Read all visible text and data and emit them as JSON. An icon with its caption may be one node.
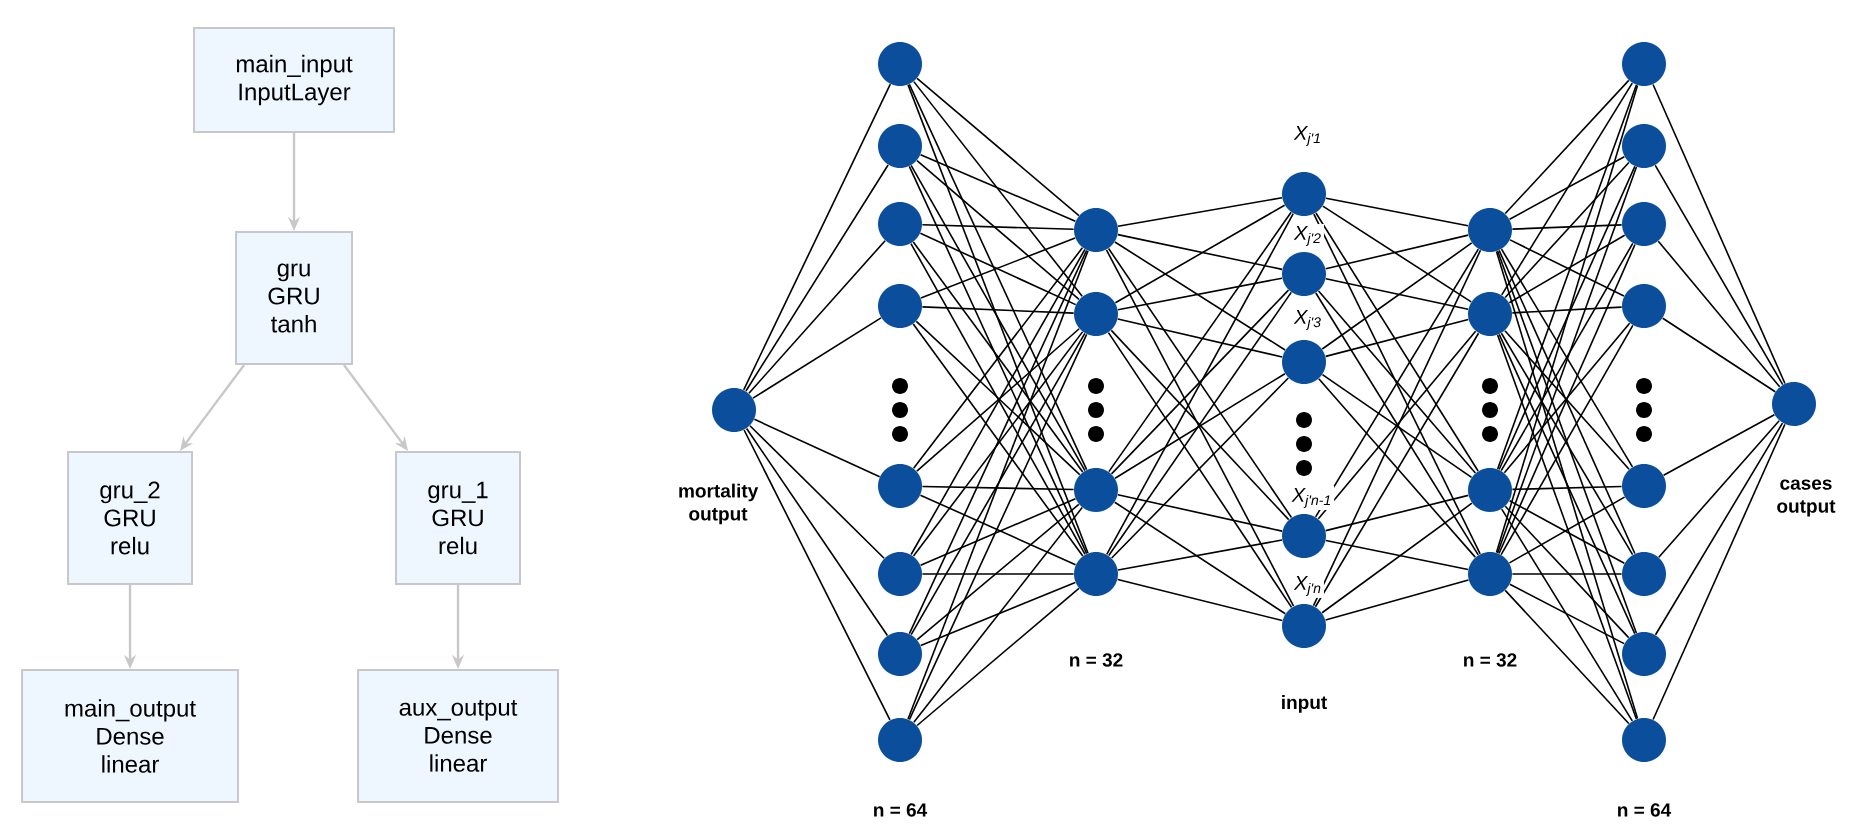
{
  "diagram": {
    "nodes": [
      {
        "text": [
          "main_input",
          "InputLayer"
        ]
      },
      {
        "text": [
          "gru",
          "GRU",
          "tanh"
        ]
      },
      {
        "text": [
          "gru_2",
          "GRU",
          "relu"
        ]
      },
      {
        "text": [
          "gru_1",
          "GRU",
          "relu"
        ]
      },
      {
        "text": [
          "main_output",
          "Dense",
          "linear"
        ]
      },
      {
        "text": [
          "aux_output",
          "Dense",
          "linear"
        ]
      },
      {
        "text": [],
        "shape": "circle",
        "beside": [
          "mortality output"
        ]
      },
      {
        "text": [],
        "shape": "circle"
      },
      {
        "text": [],
        "shape": "circle"
      },
      {
        "text": [],
        "shape": "circle"
      },
      {
        "text": [],
        "shape": "circle"
      },
      {
        "text": [],
        "shape": "circle"
      },
      {
        "text": [],
        "shape": "circle"
      },
      {
        "text": [],
        "shape": "circle"
      },
      {
        "text": [],
        "shape": "circle"
      },
      {
        "text": [],
        "shape": "circle"
      },
      {
        "text": [],
        "shape": "circle"
      },
      {
        "text": [],
        "shape": "circle"
      },
      {
        "text": [],
        "shape": "circle"
      },
      {
        "text": [],
        "shape": "circle"
      },
      {
        "text": [],
        "shape": "circle"
      },
      {
        "text": [],
        "shape": "circle"
      },
      {
        "text": [],
        "shape": "circle"
      },
      {
        "text": [],
        "shape": "circle"
      },
      {
        "text": [],
        "shape": "circle"
      },
      {
        "text": [],
        "shape": "circle"
      },
      {
        "text": [],
        "shape": "circle"
      },
      {
        "text": [],
        "shape": "circle"
      },
      {
        "text": [],
        "shape": "circle"
      },
      {
        "text": [],
        "shape": "circle"
      },
      {
        "text": [],
        "shape": "circle"
      },
      {
        "text": [],
        "shape": "circle"
      },
      {
        "text": [],
        "shape": "circle"
      },
      {
        "text": [],
        "shape": "circle"
      },
      {
        "text": [],
        "shape": "circle"
      },
      {
        "text": [],
        "shape": "circle"
      },
      {
        "text": [],
        "shape": "circle",
        "beside": [
          "cases output"
        ]
      }
    ],
    "edges": [
      {
        "from": 0,
        "to": 1,
        "arrow": "to",
        "color": "#c8c8c8"
      },
      {
        "from": 1,
        "to": 2,
        "arrow": "to",
        "color": "#c8c8c8"
      },
      {
        "from": 1,
        "to": 3,
        "arrow": "to",
        "color": "#c8c8c8"
      },
      {
        "from": 2,
        "to": 4,
        "arrow": "to",
        "color": "#c8c8c8"
      },
      {
        "from": 3,
        "to": 5,
        "arrow": "to",
        "color": "#c8c8c8"
      },
      {
        "from": 6,
        "to": 7,
        "arrow": "none"
      },
      {
        "from": 6,
        "to": 8,
        "arrow": "none"
      },
      {
        "from": 6,
        "to": 9,
        "arrow": "none"
      },
      {
        "from": 6,
        "to": 10,
        "arrow": "none"
      },
      {
        "from": 6,
        "to": 11,
        "arrow": "none"
      },
      {
        "from": 6,
        "to": 12,
        "arrow": "none"
      },
      {
        "from": 6,
        "to": 13,
        "arrow": "none"
      },
      {
        "from": 6,
        "to": 14,
        "arrow": "none"
      },
      {
        "from": 7,
        "to": 15,
        "arrow": "none"
      },
      {
        "from": 7,
        "to": 16,
        "arrow": "none"
      },
      {
        "from": 7,
        "to": 17,
        "arrow": "none"
      },
      {
        "from": 7,
        "to": 18,
        "arrow": "none"
      },
      {
        "from": 8,
        "to": 15,
        "arrow": "none"
      },
      {
        "from": 8,
        "to": 16,
        "arrow": "none"
      },
      {
        "from": 8,
        "to": 17,
        "arrow": "none"
      },
      {
        "from": 8,
        "to": 18,
        "arrow": "none"
      },
      {
        "from": 9,
        "to": 15,
        "arrow": "none"
      },
      {
        "from": 9,
        "to": 16,
        "arrow": "none"
      },
      {
        "from": 9,
        "to": 17,
        "arrow": "none"
      },
      {
        "from": 9,
        "to": 18,
        "arrow": "none"
      },
      {
        "from": 10,
        "to": 15,
        "arrow": "none"
      },
      {
        "from": 10,
        "to": 16,
        "arrow": "none"
      },
      {
        "from": 10,
        "to": 17,
        "arrow": "none"
      },
      {
        "from": 10,
        "to": 18,
        "arrow": "none"
      },
      {
        "from": 11,
        "to": 15,
        "arrow": "none"
      },
      {
        "from": 11,
        "to": 16,
        "arrow": "none"
      },
      {
        "from": 11,
        "to": 17,
        "arrow": "none"
      },
      {
        "from": 11,
        "to": 18,
        "arrow": "none"
      },
      {
        "from": 12,
        "to": 15,
        "arrow": "none"
      },
      {
        "from": 12,
        "to": 16,
        "arrow": "none"
      },
      {
        "from": 12,
        "to": 17,
        "arrow": "none"
      },
      {
        "from": 12,
        "to": 18,
        "arrow": "none"
      },
      {
        "from": 13,
        "to": 15,
        "arrow": "none"
      },
      {
        "from": 13,
        "to": 16,
        "arrow": "none"
      },
      {
        "from": 13,
        "to": 17,
        "arrow": "none"
      },
      {
        "from": 13,
        "to": 18,
        "arrow": "none"
      },
      {
        "from": 14,
        "to": 15,
        "arrow": "none"
      },
      {
        "from": 14,
        "to": 16,
        "arrow": "none"
      },
      {
        "from": 14,
        "to": 17,
        "arrow": "none"
      },
      {
        "from": 14,
        "to": 18,
        "arrow": "none"
      },
      {
        "from": 15,
        "to": 19,
        "arrow": "none"
      },
      {
        "from": 15,
        "to": 20,
        "arrow": "none"
      },
      {
        "from": 15,
        "to": 21,
        "arrow": "none"
      },
      {
        "from": 15,
        "to": 22,
        "arrow": "none"
      },
      {
        "from": 15,
        "to": 23,
        "arrow": "none"
      },
      {
        "from": 16,
        "to": 19,
        "arrow": "none"
      },
      {
        "from": 16,
        "to": 20,
        "arrow": "none"
      },
      {
        "from": 16,
        "to": 21,
        "arrow": "none"
      },
      {
        "from": 16,
        "to": 22,
        "arrow": "none"
      },
      {
        "from": 16,
        "to": 23,
        "arrow": "none"
      },
      {
        "from": 17,
        "to": 19,
        "arrow": "none"
      },
      {
        "from": 17,
        "to": 20,
        "arrow": "none"
      },
      {
        "from": 17,
        "to": 21,
        "arrow": "none"
      },
      {
        "from": 17,
        "to": 22,
        "arrow": "none"
      },
      {
        "from": 17,
        "to": 23,
        "arrow": "none"
      },
      {
        "from": 18,
        "to": 19,
        "arrow": "none"
      },
      {
        "from": 18,
        "to": 20,
        "arrow": "none"
      },
      {
        "from": 18,
        "to": 21,
        "arrow": "none"
      },
      {
        "from": 18,
        "to": 22,
        "arrow": "none"
      },
      {
        "from": 18,
        "to": 23,
        "arrow": "none"
      },
      {
        "from": 19,
        "to": 24,
        "arrow": "none"
      },
      {
        "from": 19,
        "to": 25,
        "arrow": "none"
      },
      {
        "from": 19,
        "to": 26,
        "arrow": "none"
      },
      {
        "from": 19,
        "to": 27,
        "arrow": "none"
      },
      {
        "from": 20,
        "to": 24,
        "arrow": "none"
      },
      {
        "from": 20,
        "to": 25,
        "arrow": "none"
      },
      {
        "from": 20,
        "to": 26,
        "arrow": "none"
      },
      {
        "from": 20,
        "to": 27,
        "arrow": "none"
      },
      {
        "from": 21,
        "to": 24,
        "arrow": "none"
      },
      {
        "from": 21,
        "to": 25,
        "arrow": "none"
      },
      {
        "from": 21,
        "to": 26,
        "arrow": "none"
      },
      {
        "from": 21,
        "to": 27,
        "arrow": "none"
      },
      {
        "from": 22,
        "to": 24,
        "arrow": "none"
      },
      {
        "from": 22,
        "to": 25,
        "arrow": "none"
      },
      {
        "from": 22,
        "to": 26,
        "arrow": "none"
      },
      {
        "from": 22,
        "to": 27,
        "arrow": "none"
      },
      {
        "from": 23,
        "to": 24,
        "arrow": "none"
      },
      {
        "from": 23,
        "to": 25,
        "arrow": "none"
      },
      {
        "from": 23,
        "to": 26,
        "arrow": "none"
      },
      {
        "from": 23,
        "to": 27,
        "arrow": "none"
      },
      {
        "from": 24,
        "to": 28,
        "arrow": "none"
      },
      {
        "from": 24,
        "to": 29,
        "arrow": "none"
      },
      {
        "from": 24,
        "to": 30,
        "arrow": "none"
      },
      {
        "from": 24,
        "to": 31,
        "arrow": "none"
      },
      {
        "from": 24,
        "to": 32,
        "arrow": "none"
      },
      {
        "from": 24,
        "to": 33,
        "arrow": "none"
      },
      {
        "from": 24,
        "to": 34,
        "arrow": "none"
      },
      {
        "from": 24,
        "to": 35,
        "arrow": "none"
      },
      {
        "from": 25,
        "to": 28,
        "arrow": "none"
      },
      {
        "from": 25,
        "to": 29,
        "arrow": "none"
      },
      {
        "from": 25,
        "to": 30,
        "arrow": "none"
      },
      {
        "from": 25,
        "to": 31,
        "arrow": "none"
      },
      {
        "from": 25,
        "to": 32,
        "arrow": "none"
      },
      {
        "from": 25,
        "to": 33,
        "arrow": "none"
      },
      {
        "from": 25,
        "to": 34,
        "arrow": "none"
      },
      {
        "from": 25,
        "to": 35,
        "arrow": "none"
      },
      {
        "from": 26,
        "to": 28,
        "arrow": "none"
      },
      {
        "from": 26,
        "to": 29,
        "arrow": "none"
      },
      {
        "from": 26,
        "to": 30,
        "arrow": "none"
      },
      {
        "from": 26,
        "to": 31,
        "arrow": "none"
      },
      {
        "from": 26,
        "to": 32,
        "arrow": "none"
      },
      {
        "from": 26,
        "to": 33,
        "arrow": "none"
      },
      {
        "from": 26,
        "to": 34,
        "arrow": "none"
      },
      {
        "from": 26,
        "to": 35,
        "arrow": "none"
      },
      {
        "from": 27,
        "to": 28,
        "arrow": "none"
      },
      {
        "from": 27,
        "to": 29,
        "arrow": "none"
      },
      {
        "from": 27,
        "to": 30,
        "arrow": "none"
      },
      {
        "from": 27,
        "to": 31,
        "arrow": "none"
      },
      {
        "from": 27,
        "to": 32,
        "arrow": "none"
      },
      {
        "from": 27,
        "to": 33,
        "arrow": "none"
      },
      {
        "from": 27,
        "to": 34,
        "arrow": "none"
      },
      {
        "from": 27,
        "to": 35,
        "arrow": "none"
      },
      {
        "from": 28,
        "to": 36,
        "arrow": "none"
      },
      {
        "from": 29,
        "to": 36,
        "arrow": "none"
      },
      {
        "from": 30,
        "to": 36,
        "arrow": "none"
      },
      {
        "from": 31,
        "to": 36,
        "arrow": "none"
      },
      {
        "from": 32,
        "to": 36,
        "arrow": "none"
      },
      {
        "from": 33,
        "to": 36,
        "arrow": "none"
      },
      {
        "from": 34,
        "to": 36,
        "arrow": "none"
      },
      {
        "from": 35,
        "to": 36,
        "arrow": "none"
      }
    ],
    "labels": [
      "X$_{j'1}$",
      "X$_{j'2}$",
      "X$_{j'3}$",
      "X$_{j'n-1}$",
      "X$_{j'n}$",
      "n = 32",
      "input",
      "n = 32",
      "n =  64",
      "n =  64"
    ]
  }
}
